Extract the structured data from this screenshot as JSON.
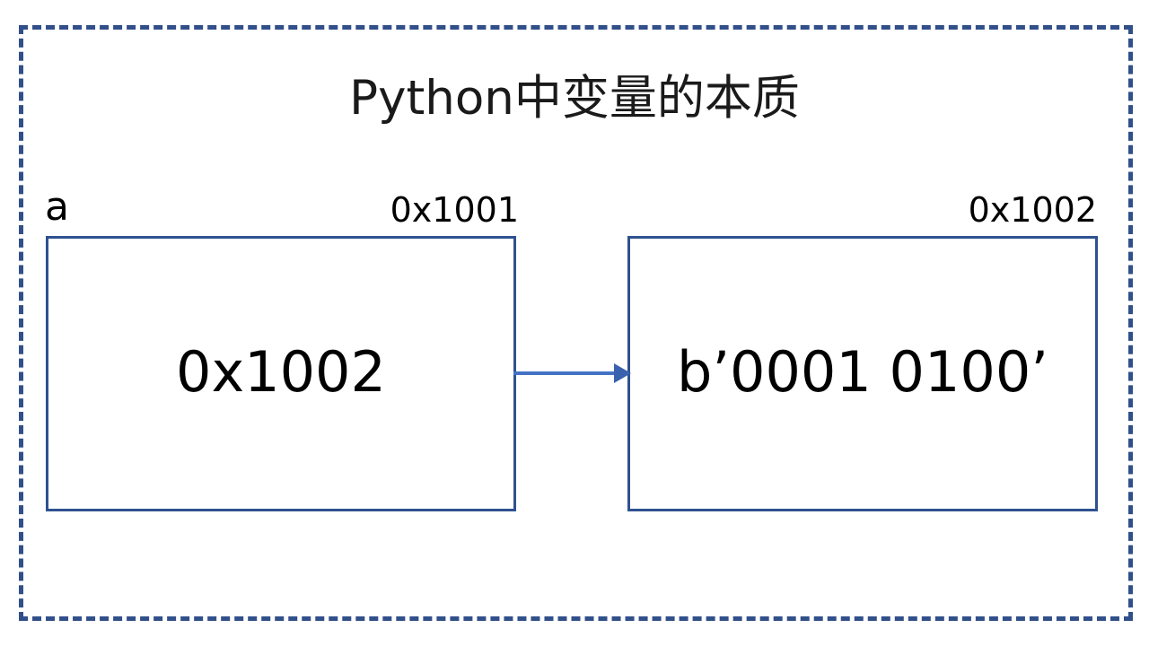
{
  "slide": {
    "title": "Python中变量的本质",
    "frame_color": "#31508A",
    "box_border_color": "#2F5190",
    "arrow_color": "#4472C4",
    "background": "#FFFFFF"
  },
  "variable": {
    "name": "a",
    "address_label": "0x1001",
    "value": "0x1002"
  },
  "object": {
    "address_label": "0x1002",
    "value": "b’0001 0100’"
  },
  "arrow": {
    "icon": "arrow-right-icon",
    "from": "0x1001",
    "to": "0x1002"
  }
}
